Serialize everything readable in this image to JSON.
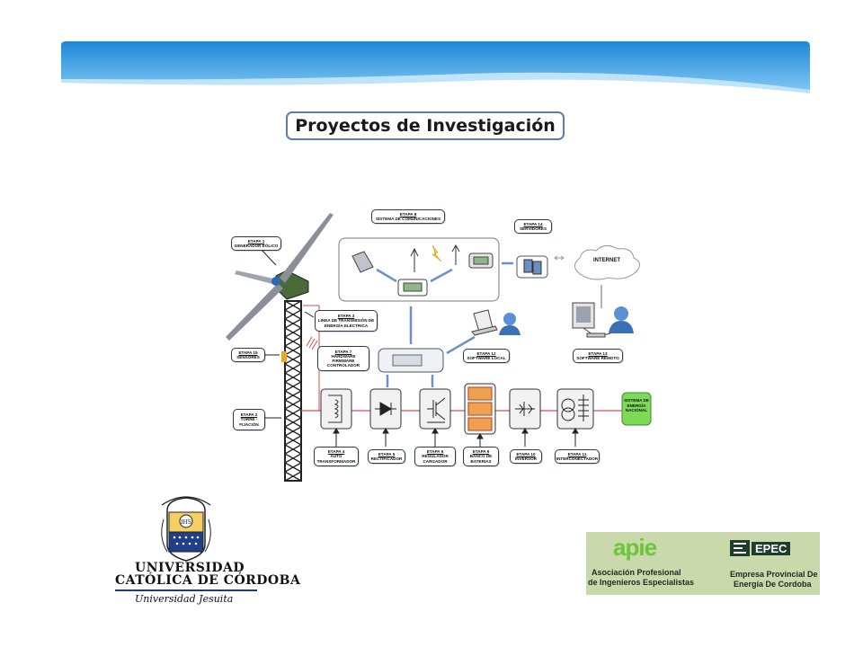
{
  "title": "Proyectos de Investigación",
  "colors": {
    "banner": "#3d9fe0",
    "accent_green": "#7ed957",
    "label_border": "#2b3a4f",
    "arrow_blue": "#6f8fc8",
    "wire_red": "#d05050"
  },
  "diagram": {
    "labels": {
      "e1": {
        "t": "ETAPA 1",
        "s": "GENERADOR EÓLICO"
      },
      "e8": {
        "t": "ETAPA 8",
        "s": "SISTEMA DE COMUNICACIONES"
      },
      "e14": {
        "t": "ETAPA 14",
        "s": "SERVIDORES"
      },
      "e3": {
        "t": "ETAPA 3",
        "s": "LINEA DE TRANSMISIÓN DE ENERGÍA ELECTRICA"
      },
      "e15": {
        "t": "ETAPA 15",
        "s": "SENSORES"
      },
      "e7": {
        "t": "ETAPA 7",
        "s": "HARDWARE FIRMWARE CONTROLADOR"
      },
      "e12": {
        "t": "ETAPA 12",
        "s": "SOFTWARE LOCAL"
      },
      "e13": {
        "t": "ETAPA 13",
        "s": "SOFTWARE REMOTO"
      },
      "e2": {
        "t": "ETAPA 2",
        "s": "TORRE - FIJACIÓN"
      },
      "e4": {
        "t": "ETAPA 4",
        "s": "AUTO TRANSFORMADOR"
      },
      "e5": {
        "t": "ETAPA 5",
        "s": "RECTIFICADOR"
      },
      "e6": {
        "t": "ETAPA 6",
        "s": "REGULADOR CARGADOR"
      },
      "e9": {
        "t": "ETAPA 9",
        "s": "BANCO DE BATERIAS"
      },
      "e10": {
        "t": "ETAPA 10",
        "s": "INVERSOR"
      },
      "e11": {
        "t": "ETAPA 11",
        "s": "INTERCONECTADOR"
      }
    },
    "internet": "INTERNET",
    "grid": "SISTEMA DE ENERGÍA NACIONAL"
  },
  "logos": {
    "ucc": {
      "line1": "UNIVERSIDAD",
      "line2": "CATÓLICA DE CÓRDOBA",
      "sub": "Universidad Jesuita",
      "seal_text": "IHS"
    },
    "apie": {
      "mark": "apie",
      "line1": "Asociación Profesional",
      "line2": "de Ingenieros Especialistas"
    },
    "epec": {
      "mark": "EPEC",
      "line1": "Empresa Provincial De",
      "line2": "Energía De Cordoba"
    }
  }
}
